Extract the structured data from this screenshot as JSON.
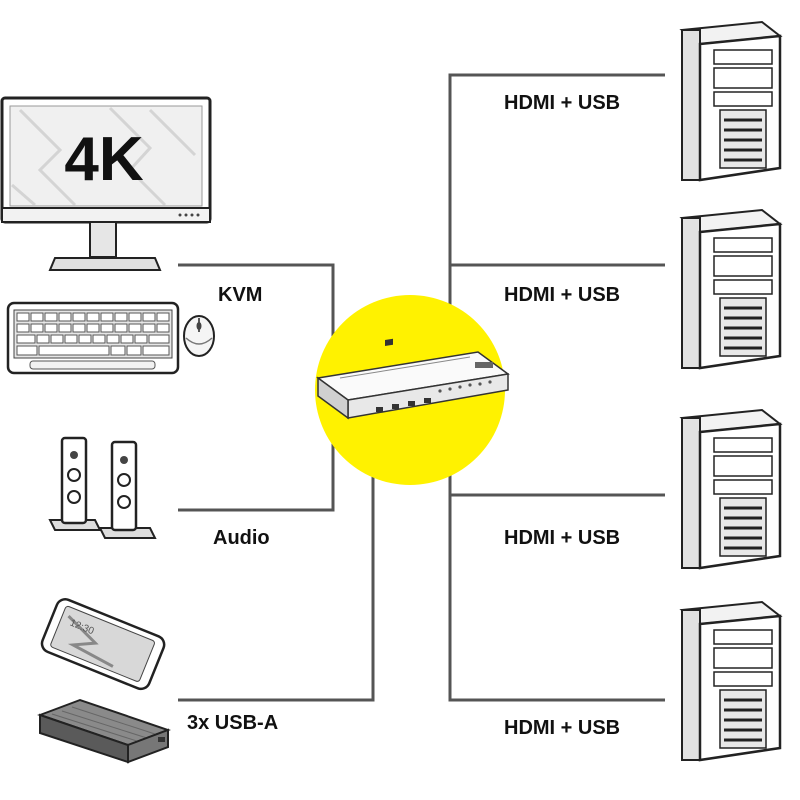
{
  "monitor": {
    "resolution_label": "4K"
  },
  "left_labels": {
    "kvm": "KVM",
    "audio": "Audio",
    "usb": "3x USB-A"
  },
  "right_labels": [
    "HDMI + USB",
    "HDMI + USB",
    "HDMI + USB",
    "HDMI + USB"
  ],
  "colors": {
    "hub_circle": "#fff200",
    "line": "#555555",
    "text": "#111111"
  },
  "icons": [
    "monitor-icon",
    "keyboard-icon",
    "mouse-icon",
    "speakers-icon",
    "smartphone-icon",
    "external-drive-icon",
    "kvm-switch-icon",
    "pc-tower-icon"
  ]
}
